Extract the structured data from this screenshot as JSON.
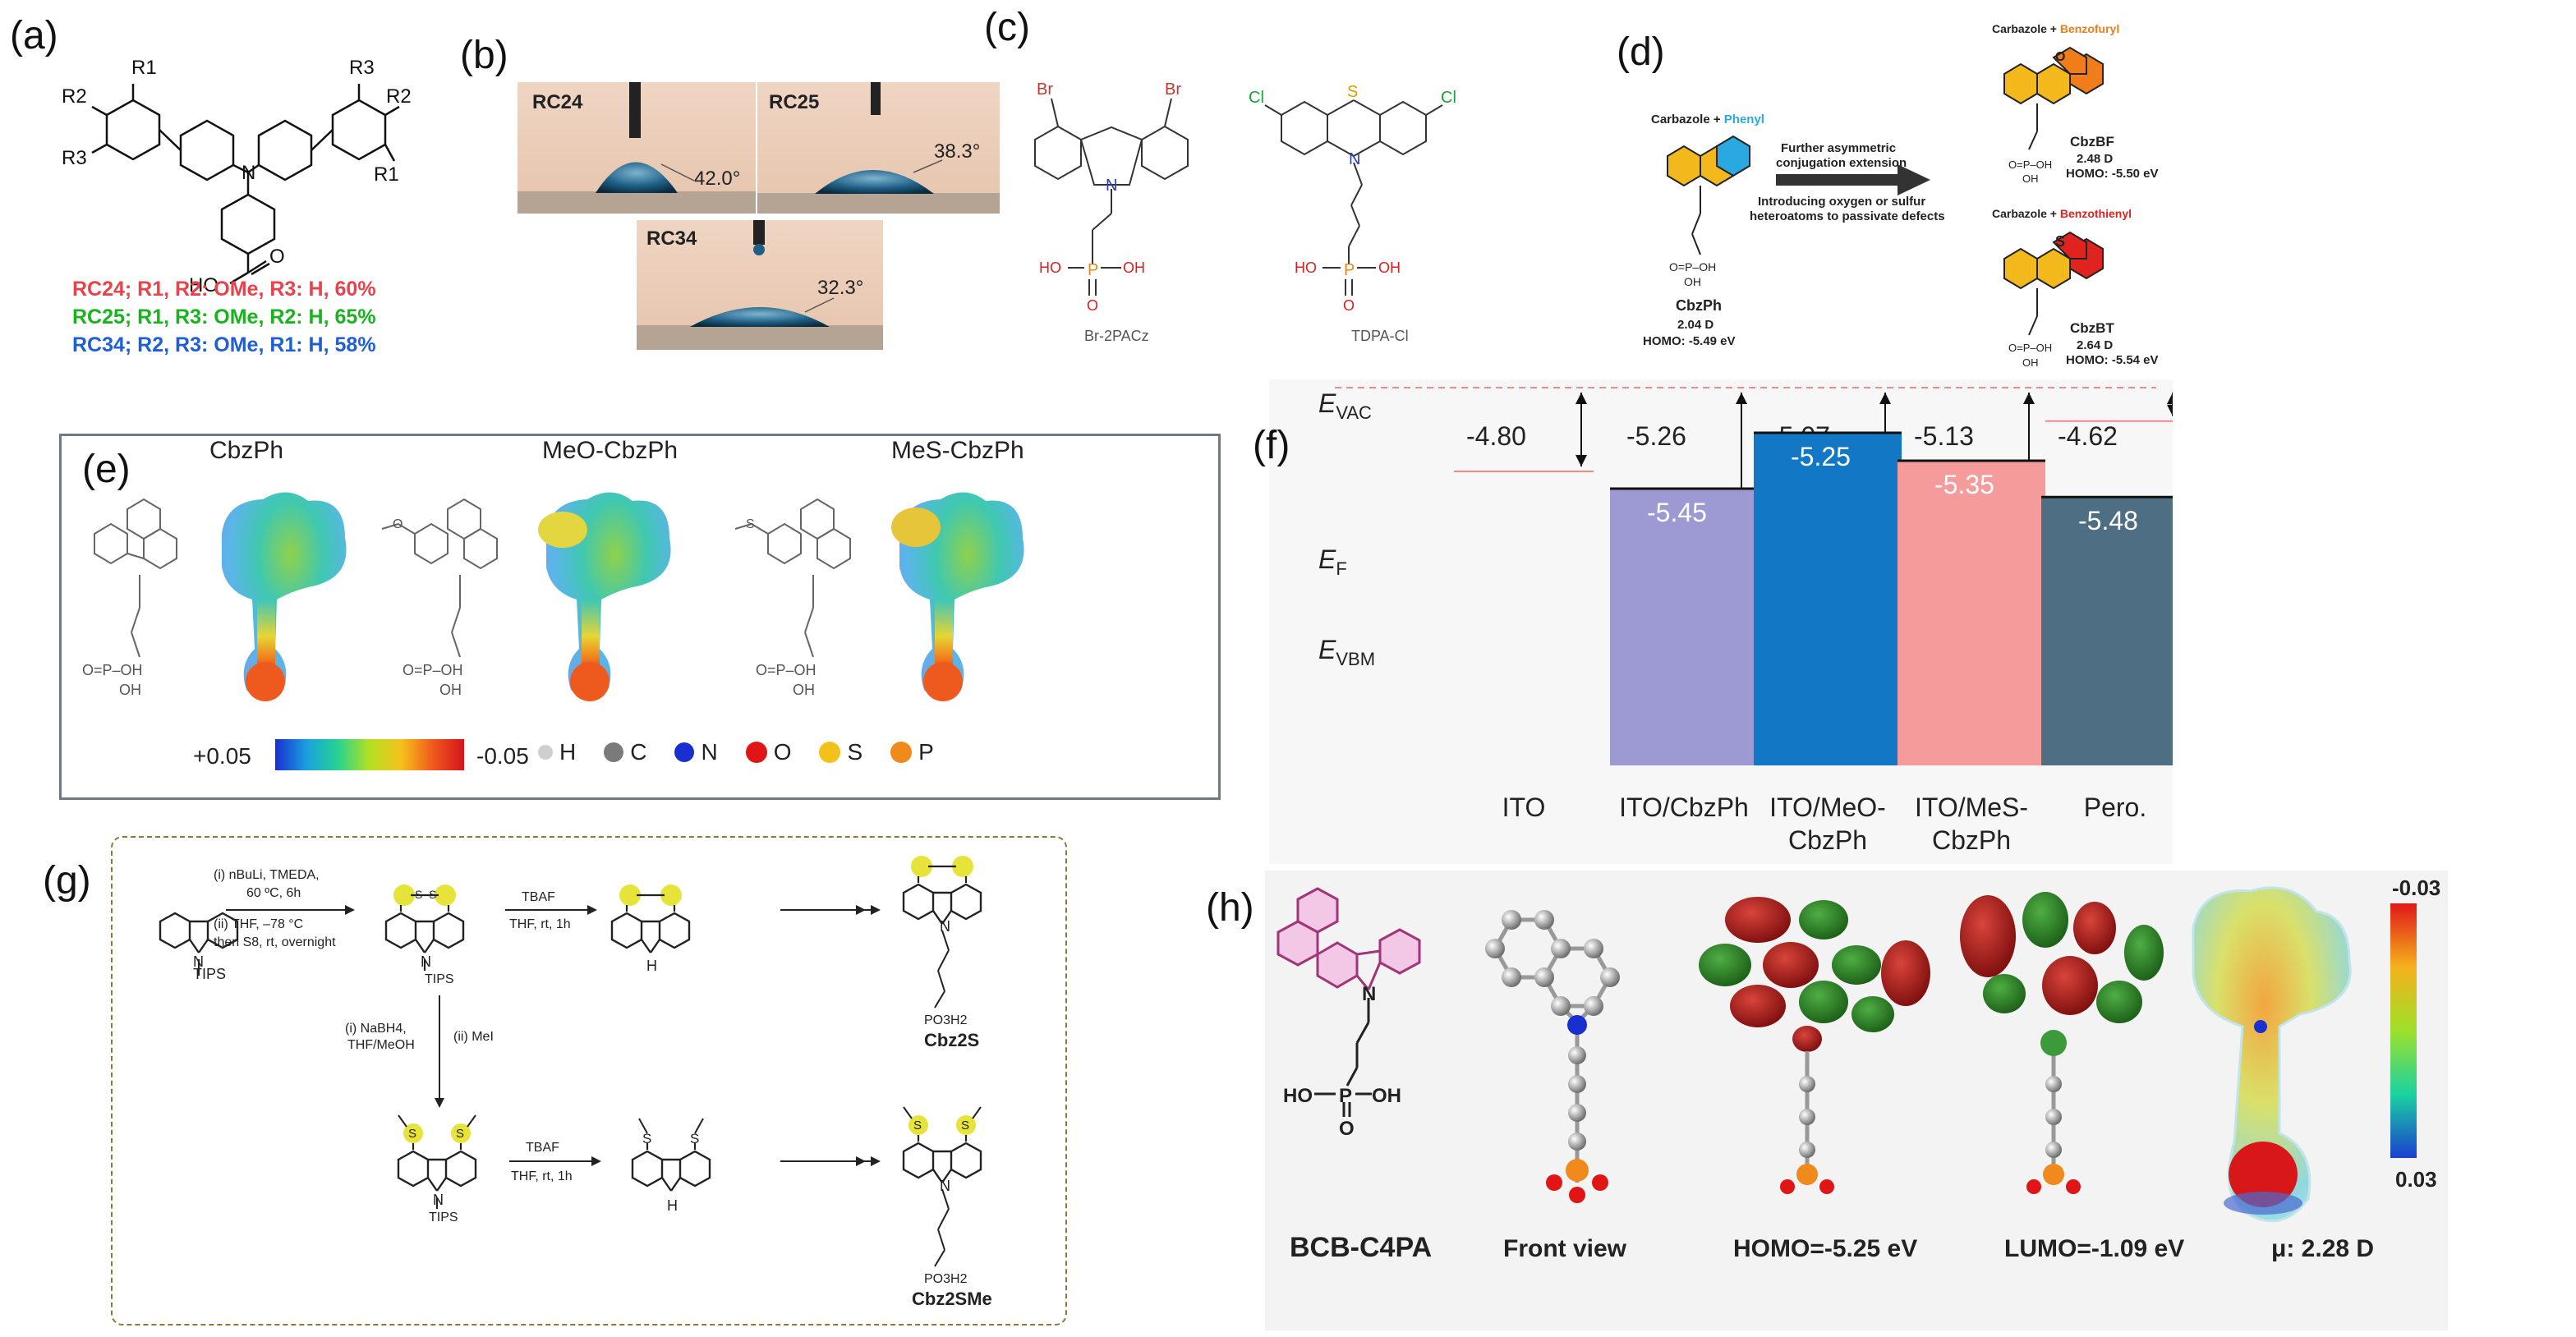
{
  "panels": {
    "a": {
      "label": "(a)",
      "substituents": {
        "r1": "R1",
        "r2": "R2",
        "r3": "R3",
        "r1b": "R1",
        "r2b": "R2",
        "r3b": "R3"
      },
      "n_atom": "N",
      "acid": "HO",
      "acid_o": "O",
      "rc24": "RC24; R1, R2: OMe, R3: H, 60%",
      "rc25": "RC25; R1, R3: OMe, R2: H, 65%",
      "rc34": "RC34; R2, R3: OMe, R1: H, 58%",
      "colors": {
        "rc24": "#e8424b",
        "rc25": "#19b31e",
        "rc34": "#1f5fd6"
      }
    },
    "b": {
      "label": "(b)",
      "photos": [
        {
          "name": "RC24",
          "angle": "42.0°"
        },
        {
          "name": "RC25",
          "angle": "38.3°"
        },
        {
          "name": "RC34",
          "angle": "32.3°"
        }
      ]
    },
    "c": {
      "label": "(c)",
      "mol1": "Br-2PACz",
      "mol2": "TDPA-Cl",
      "br": "Br",
      "cl": "Cl",
      "n": "N",
      "s": "S",
      "p": "P",
      "o": "O",
      "oh": "OH",
      "ho": "HO"
    },
    "d": {
      "label": "(d)",
      "cbzph_head": "Carbazole + ",
      "cbzph_head_accent": "Phenyl",
      "cbzbf_head": "Carbazole + ",
      "cbzbf_head_accent": "Benzofuryl",
      "cbzbt_head": "Carbazole + ",
      "cbzbt_head_accent": "Benzothienyl",
      "arrow_top1": "Further asymmetric",
      "arrow_top2": "conjugation extension",
      "arrow_bot1": "Introducing oxygen or sulfur",
      "arrow_bot2": "heteroatoms to passivate defects",
      "cbzph_name": "CbzPh",
      "cbzph_gap": "2.04 D",
      "cbzph_homo": "HOMO: -5.49 eV",
      "cbzbf_name": "CbzBF",
      "cbzbf_gap": "2.48 D",
      "cbzbf_homo": "HOMO: -5.50 eV",
      "cbzbt_name": "CbzBT",
      "cbzbt_gap": "2.64 D",
      "cbzbt_homo": "HOMO: -5.54 eV",
      "colors": {
        "phenyl": "#2aa8e0",
        "benzofuryl": "#f07d1a",
        "benzothienyl": "#e0231e"
      }
    },
    "e": {
      "label": "(e)",
      "mols": [
        "CbzPh",
        "MeO-CbzPh",
        "MeS-CbzPh"
      ],
      "scale_max": "+0.05",
      "scale_min": "-0.05",
      "legend": [
        {
          "symbol": "H",
          "color": "#cfcfcf"
        },
        {
          "symbol": "C",
          "color": "#7a7a7a"
        },
        {
          "symbol": "N",
          "color": "#1a2fd0"
        },
        {
          "symbol": "O",
          "color": "#e01515"
        },
        {
          "symbol": "S",
          "color": "#f2c21b"
        },
        {
          "symbol": "P",
          "color": "#f08a1c"
        }
      ]
    },
    "f": {
      "label": "(f)",
      "evac": "E",
      "evac_sub": "VAC",
      "ef": "E",
      "ef_sub": "F",
      "evbm": "E",
      "evbm_sub": "VBM",
      "columns": [
        {
          "label1": "ITO",
          "label2": "",
          "wf": "-4.80",
          "vbm": "",
          "color": ""
        },
        {
          "label1": "ITO/CbzPh",
          "label2": "",
          "wf": "-5.26",
          "vbm": "-5.45",
          "color": "#9d9ad3"
        },
        {
          "label1": "ITO/MeO-",
          "label2": "CbzPh",
          "wf": "-5.07",
          "vbm": "-5.25",
          "color": "#1277c4"
        },
        {
          "label1": "ITO/MeS-",
          "label2": "CbzPh",
          "wf": "-5.13",
          "vbm": "-5.35",
          "color": "#f59b9b"
        },
        {
          "label1": "Pero.",
          "label2": "",
          "wf": "-4.62",
          "vbm": "-5.48",
          "color": "#4e6e83"
        }
      ]
    },
    "g": {
      "label": "(g)",
      "step1_a": "(i) nBuLi, TMEDA,",
      "step1_b": "60 ºC, 6h",
      "step1_c": "(ii) THF, –78 °C",
      "step1_d": "then S8, rt, overnight",
      "tbaf": "TBAF",
      "tbaf_cond": "THF, rt, 1h",
      "tbaf2": "TBAF",
      "tbaf_cond2": "THF, rt, 1h",
      "step_down_a": "(i) NaBH4,",
      "step_down_b": "THF/MeOH",
      "step_down_c": "(ii) MeI",
      "tips": "TIPS",
      "nh": "H",
      "n": "N",
      "s": "S",
      "po3h2": "PO3H2",
      "cbz2s": "Cbz2S",
      "cbz2sme": "Cbz2SMe"
    },
    "h": {
      "label": "(h)",
      "mol_name": "BCB-C4PA",
      "front": "Front view",
      "homo": "HOMO=-5.25 eV",
      "lumo": "LUMO=-1.09 eV",
      "dipole": "μ: 2.28 D",
      "scale_top": "-0.03",
      "scale_bottom": "0.03",
      "n": "N",
      "ho": "HO",
      "oh": "OH",
      "p": "P",
      "o": "O"
    }
  }
}
